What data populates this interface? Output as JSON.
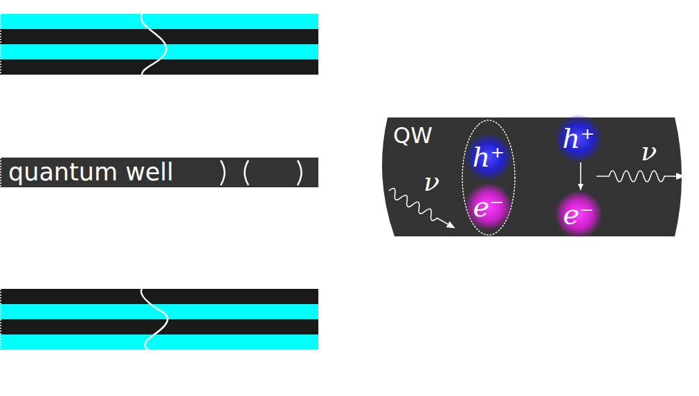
{
  "diagram": {
    "nodes": [
      {
        "text": [
          "quantum well"
        ]
      },
      {
        "text": [
          "QW"
        ]
      },
      {
        "text": [
          "h⁺",
          "e⁻"
        ],
        "in": 1
      },
      {
        "text": [
          "h⁺"
        ],
        "in": 1
      },
      {
        "text": [
          "e⁻"
        ],
        "in": 1
      }
    ],
    "edges": [
      {
        "from": 3,
        "to": 4,
        "arrow": "to"
      }
    ],
    "labels": [
      "ν",
      "ν"
    ]
  }
}
